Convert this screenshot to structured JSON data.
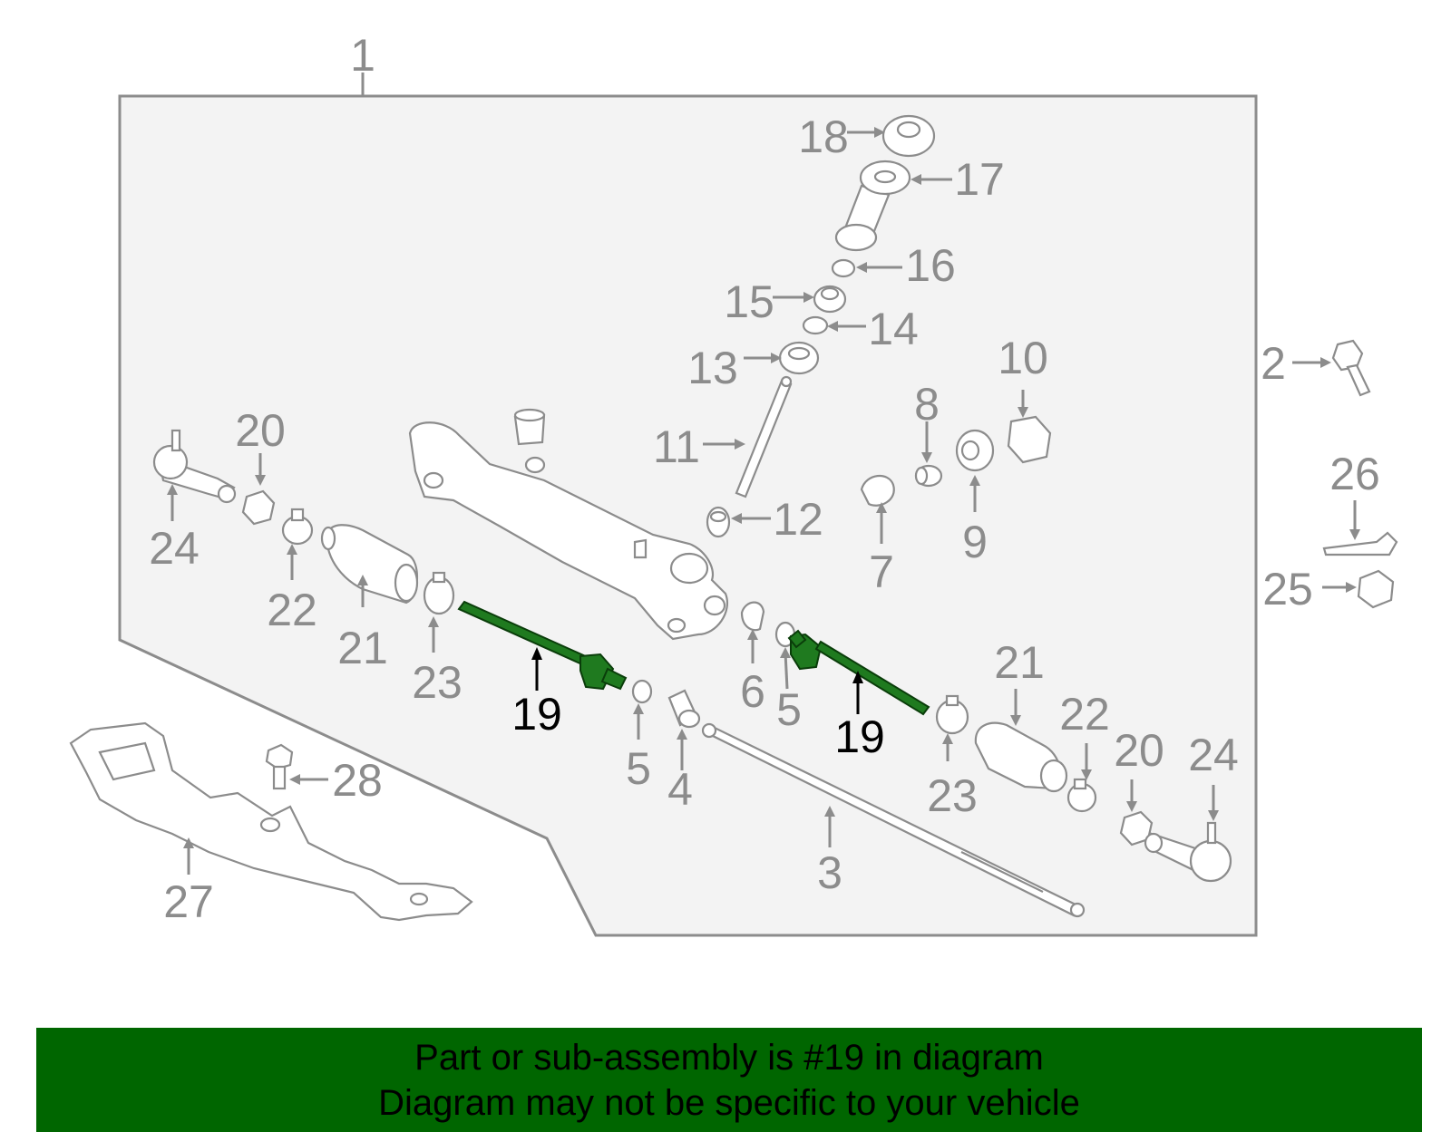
{
  "callouts": {
    "c1": "1",
    "c2": "2",
    "c3": "3",
    "c4": "4",
    "c5a": "5",
    "c5b": "5",
    "c6": "6",
    "c7": "7",
    "c8": "8",
    "c9": "9",
    "c10": "10",
    "c11": "11",
    "c12": "12",
    "c13": "13",
    "c14": "14",
    "c15": "15",
    "c16": "16",
    "c17": "17",
    "c18": "18",
    "c19a": "19",
    "c19b": "19",
    "c20a": "20",
    "c20b": "20",
    "c21a": "21",
    "c21b": "21",
    "c22a": "22",
    "c22b": "22",
    "c23a": "23",
    "c23b": "23",
    "c24a": "24",
    "c24b": "24",
    "c25": "25",
    "c26": "26",
    "c27": "27",
    "c28": "28"
  },
  "highlight": {
    "part_number": "19",
    "color": "#006600"
  },
  "colors": {
    "line_gray": "#8c8c8c",
    "assembly_bg": "#f3f3f3",
    "banner_bg": "#006600",
    "highlight_part": "#1f7a1f"
  },
  "banner": {
    "line1": "Part or sub-assembly is #19 in diagram",
    "line2": "Diagram may not be specific to your vehicle"
  }
}
